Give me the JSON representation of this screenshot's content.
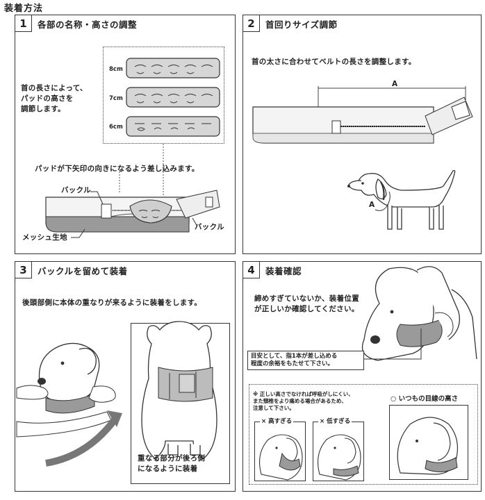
{
  "page_title": "装着方法",
  "panels": [
    {
      "num": "1",
      "title": "各部の名称・高さの調整",
      "side_text": [
        "首の長さによって、",
        "パッドの高さを",
        "調節します。"
      ],
      "sizes": [
        "8cm",
        "7cm",
        "6cm"
      ],
      "instruction": "パッドが下矢印の向きになるよう差し込みます。",
      "label_buckle_left": "バックル",
      "label_buckle_right": "バックル",
      "label_mesh": "メッシュ生地"
    },
    {
      "num": "2",
      "title": "首回りサイズ調節",
      "text": "首の太さに合わせてベルトの長さを調整します。",
      "label_a_belt": "A",
      "label_a_dog": "A"
    },
    {
      "num": "3",
      "title": "バックルを留めて装着",
      "text": "後頭部側に本体の重なりが来るように装着をします。",
      "caption": [
        "重なる部分が後ろ側",
        "になるように装着"
      ]
    },
    {
      "num": "4",
      "title": "装着確認",
      "text": [
        "締めすぎていないか、装着位置",
        "が正しいか確認してください。"
      ],
      "guide": [
        "目安として、指1本が差し込める",
        "程度の余裕をもたせて下さい。"
      ],
      "note": [
        "※ 正しい高さでなければ呼吸がしにくい、",
        "また頸椎をより痛める場合があるため、",
        "注意して下さい。"
      ],
      "correct_label": "○ いつもの目線の高さ",
      "too_high": "× 高すぎる",
      "too_low": "× 低すぎる"
    }
  ]
}
